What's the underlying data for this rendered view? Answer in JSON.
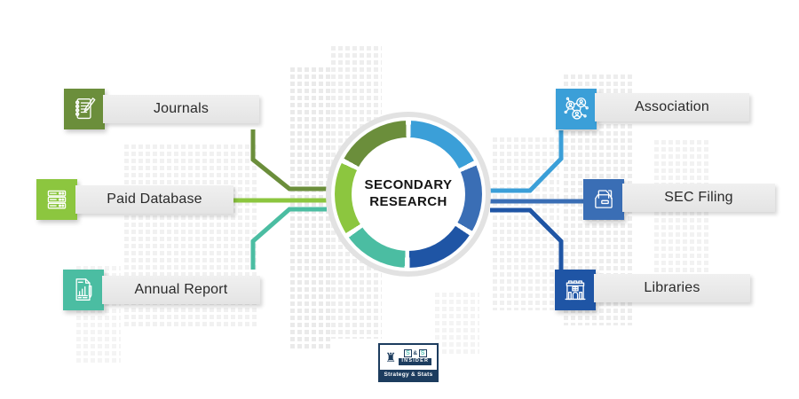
{
  "center": {
    "line1": "SECONDARY",
    "line2": "RESEARCH"
  },
  "left_items": [
    {
      "label": "Journals",
      "color": "#6B8E3B",
      "icon": "journal-pencil-icon"
    },
    {
      "label": "Paid Database",
      "color": "#8CC63F",
      "icon": "server-stack-icon"
    },
    {
      "label": "Annual Report",
      "color": "#4BBDA2",
      "icon": "report-chart-icon"
    }
  ],
  "right_items": [
    {
      "label": "Association",
      "color": "#3B9FD8",
      "icon": "people-network-icon"
    },
    {
      "label": "SEC Filing",
      "color": "#3A6EB5",
      "icon": "file-box-icon"
    },
    {
      "label": "Libraries",
      "color": "#1F55A5",
      "icon": "library-building-icon"
    }
  ],
  "ring": {
    "track_color": "#E2E2E2",
    "segments": [
      {
        "color": "#3B9FD8",
        "start": 2,
        "end": 63
      },
      {
        "color": "#3A6EB5",
        "start": 67,
        "end": 120
      },
      {
        "color": "#1F55A5",
        "start": 124,
        "end": 179
      },
      {
        "color": "#4BBDA2",
        "start": 183,
        "end": 234
      },
      {
        "color": "#8CC63F",
        "start": 238,
        "end": 295
      },
      {
        "color": "#6B8E3B",
        "start": 299,
        "end": 358
      }
    ]
  },
  "logo": {
    "s1": "S",
    "amp": "&",
    "s2": "S",
    "name": "INSIDER",
    "tagline": "Strategy & Stats"
  },
  "theme": {
    "navy": "#1C3C5E",
    "logo_teal": "#5FC4B8",
    "building": "#E4E4E4",
    "track": "#E2E2E2"
  }
}
